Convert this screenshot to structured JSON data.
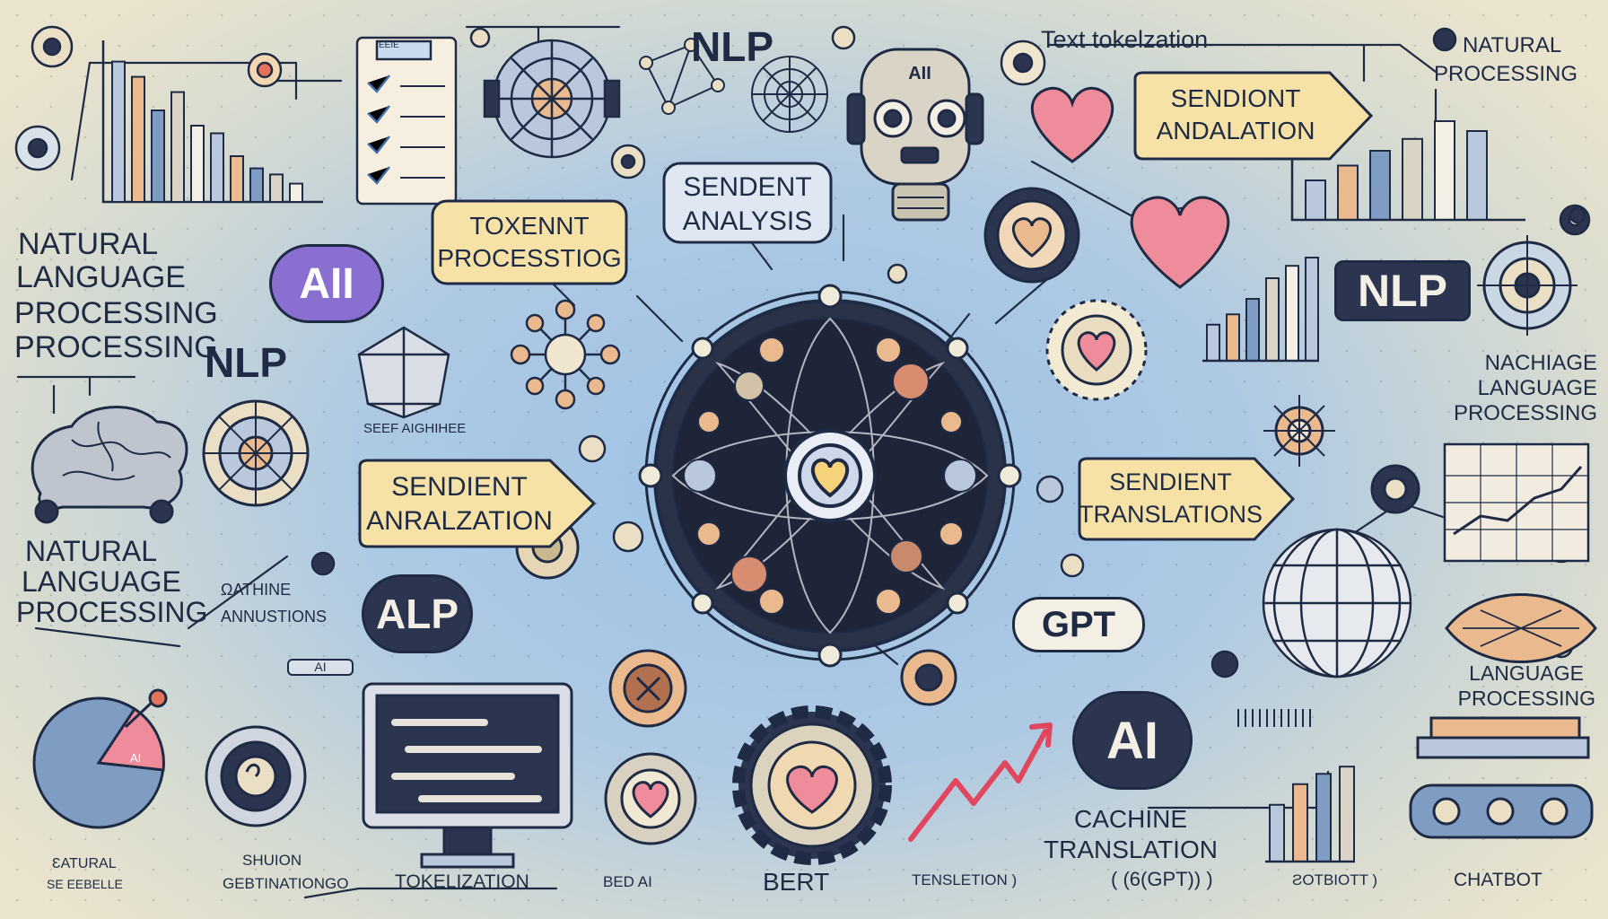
{
  "labels": {
    "nlp_top": "NLP",
    "text_tokenization": "Text tokelzation",
    "natural_top_right": "NATURAL",
    "processing_top_right": "PROCESSING",
    "natural_language_left_1": "NATURAL",
    "natural_language_left_2": "LANGUAGE",
    "natural_language_left_3": "PROCESSING",
    "natural_language_left_4": "PROCESSING",
    "nlp_left": "NLP",
    "sefen_small": "SEEF AIGHIHEE",
    "natural_left_b1": "NATURAL",
    "natural_left_b2": "LANGUAGE",
    "natural_left_b3": "PROCESSING",
    "machine_annusions_1": "ΩATHINE",
    "machine_annusions_2": "ANNUSTIONS",
    "nachiage_1": "NACHIAGE",
    "nachiage_2": "LANGUAGE",
    "nachiage_3": "PROCESSING",
    "language_processing_1": "LANGUAGE",
    "language_processing_2": "PROCESSING",
    "cachine_1": "CACHINE",
    "cachine_2": "TRANSLATION",
    "bottom_natural_1": "ƐATURAL",
    "bottom_natural_2": "SE EEBELLE",
    "bottom_shuion_1": "SHUION",
    "bottom_shuion_2": "GEBTINATIONGO",
    "bottom_tokelization": "TOKELIZATION",
    "bottom_bert_a": "BED AI",
    "bottom_bert": "BERT",
    "bottom_translation": "TENSLETION )",
    "bottom_gpt": "( (6(GPT)) )",
    "bottom_scribble": "ƧOTBIOTT )",
    "bottom_chatbot": "CHATBOT",
    "monitor_tag": "ЕEIE",
    "ai_small_tag": "AI",
    "robot_badge": "AII",
    "pie_label": "AI"
  },
  "badges": {
    "ai_purple": "AII",
    "alp": "ALP",
    "gpt": "GPT",
    "nlp_right": "NLP",
    "ai_navy": "AI"
  },
  "tags": {
    "tokenent_1": "TOXENNT",
    "tokenent_2": "PROCESSTIOG",
    "sendent_analysis_1": "SENDENT",
    "sendent_analysis_2": "ANALYSIS",
    "sendiont_1": "SENDIONT",
    "sendiont_2": "ANDALATION",
    "sendient_annal_1": "SENDIENT",
    "sendient_annal_2": "ANRALZATION",
    "sendient_trans_1": "SENDIENT",
    "sendient_trans_2": "TRANSLATIONS"
  },
  "colors": {
    "ink": "#1f2b44",
    "tag_fill": "#f6e2a6",
    "heart": "#ee8c9c",
    "ai_purple": "#8b6fd0",
    "navy": "#2b3550",
    "peach": "#eab98e"
  },
  "charts": {
    "top_left_bars": [
      0.92,
      0.82,
      0.6,
      0.72,
      0.5,
      0.45,
      0.3,
      0.22,
      0.18,
      0.12
    ],
    "right_mid_bars": [
      0.35,
      0.45,
      0.6,
      0.8,
      0.92,
      1.0
    ],
    "right_bottom_bars": [
      0.55,
      0.75,
      0.85,
      0.92
    ],
    "top_right_bars": [
      0.4,
      0.55,
      0.7,
      0.82,
      1.0,
      0.9
    ]
  }
}
